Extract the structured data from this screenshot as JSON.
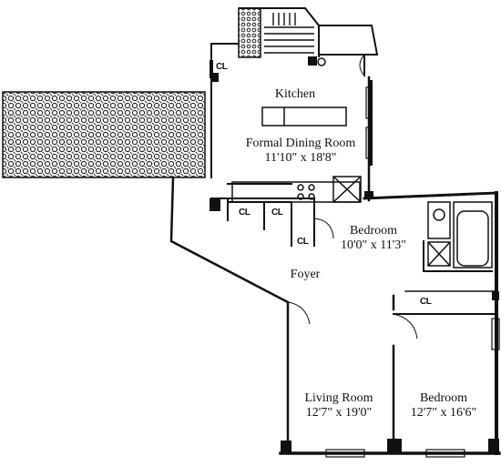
{
  "rooms": {
    "kitchen": {
      "name": "Kitchen"
    },
    "dining": {
      "name": "Formal Dining Room",
      "dims": "11'10\" x 18'8\""
    },
    "bedroom1": {
      "name": "Bedroom",
      "dims": "10'0\" x 11'3\""
    },
    "foyer": {
      "name": "Foyer"
    },
    "living": {
      "name": "Living Room",
      "dims": "12'7\" x 19'0\""
    },
    "bedroom2": {
      "name": "Bedroom",
      "dims": "12'7\" x 16'6\""
    }
  },
  "closets": [
    "CL",
    "CL",
    "CL",
    "CL",
    "CL"
  ],
  "colors": {
    "wall": "#111111",
    "terrace_fill": "#5a5a5a",
    "background": "#ffffff"
  }
}
